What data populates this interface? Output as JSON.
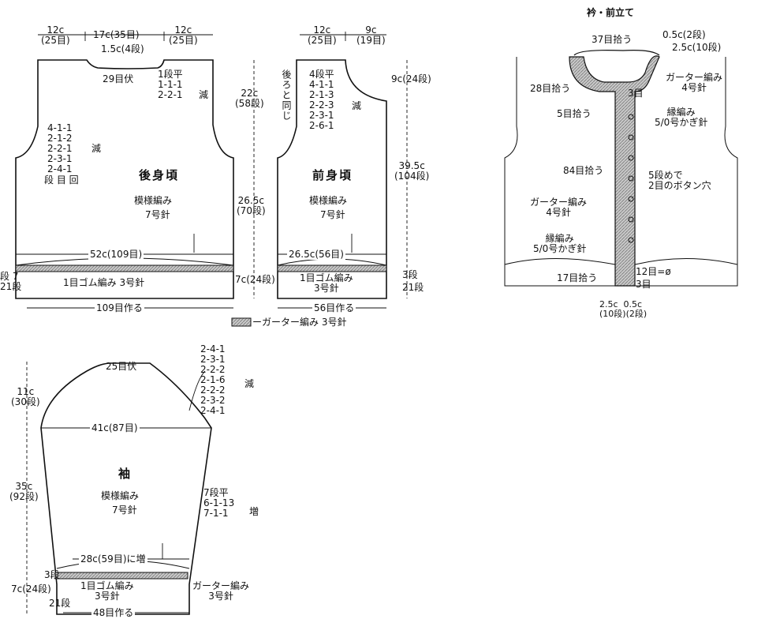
{
  "back": {
    "top_left": "12c\n(25目)",
    "top_mid": "17c(35目)",
    "top_right": "12c\n(25目)",
    "neck": "1.5c(4段)",
    "bind_off": "29目伏",
    "neck_dec": "1段平\n1-1-1\n2-2-1",
    "neck_dec_mark": "減",
    "height_upper": "22c\n(58段)",
    "armhole_dec": "4-1-1\n2-1-2\n2-2-1\n2-3-1\n2-4-1",
    "armhole_mark": "減",
    "rows_label": "段 目 回",
    "title": "後身頃",
    "pattern": "模様編み",
    "needle": "7号針",
    "height_mid": "26.5c\n(70段)",
    "width": "52c(109目)",
    "rib": "1目ゴム編み  3号針",
    "rib_height": "7c(24段)",
    "left_rows": "段 7\n21段",
    "cast_on": "109目作る"
  },
  "front": {
    "top_left": "12c\n(25目)",
    "top_right": "9c\n(19目)",
    "neck_height": "9c(24段)",
    "same_as_back": "後ろと同じ",
    "neck_dec": "4段平\n4-1-1\n2-1-3\n2-2-3\n2-3-1\n2-6-1",
    "neck_dec_mark": "減",
    "total_height": "39.5c\n(104段)",
    "title": "前身頃",
    "pattern": "模様編み",
    "needle": "7号針",
    "width": "26.5c(56目)",
    "rib": "1目ゴム編み\n3号針",
    "rows_3": "3段",
    "rows_21": "21段",
    "cast_on": "56目作る"
  },
  "legend": {
    "text": "ーガーター編み 3号針"
  },
  "collar": {
    "heading": "衿・前立て",
    "pickup_37": "37目拾う",
    "top_05": "0.5c(2段)",
    "top_25": "2.5c(10段)",
    "pickup_28": "28目拾う",
    "garter": "ガーター編み\n4号針",
    "three_rows": "3目",
    "pickup_5": "5目拾う",
    "edge_stitch": "縁編み\n5/0号かぎ針",
    "pickup_84": "84目拾う",
    "buttonhole": "5段めで\n2目のボタン穴",
    "garter_left": "ガーター編み\n4号針",
    "edge_left": "縁編み\n5/0号かぎ針",
    "pickup_17": "17目拾う",
    "twelve": "12目=ø",
    "three_bottom": "3目",
    "bottom_dims": "2.5c  0.5c\n(10段)(2段)"
  },
  "sleeve": {
    "cap_bind_off": "25目伏",
    "cap_dec": "2-4-1\n2-3-1\n2-2-2\n2-1-6\n2-2-2\n2-3-2\n2-4-1",
    "cap_dec_mark": "減",
    "cap_height": "11c\n(30段)",
    "width_top": "41c(87目)",
    "title": "袖",
    "pattern": "模様編み",
    "needle": "7号針",
    "length": "35c\n(92段)",
    "inc": "7段平\n6-1-13\n7-1-1",
    "inc_mark": "増",
    "width_bottom": "28c(59目)に増",
    "rows_3": "3段",
    "rib_height": "7c(24段)",
    "rib": "1目ゴム編み\n3号針",
    "garter": "ガーター編み\n3号針",
    "rows_21": "21段",
    "cast_on": "48目作る"
  }
}
